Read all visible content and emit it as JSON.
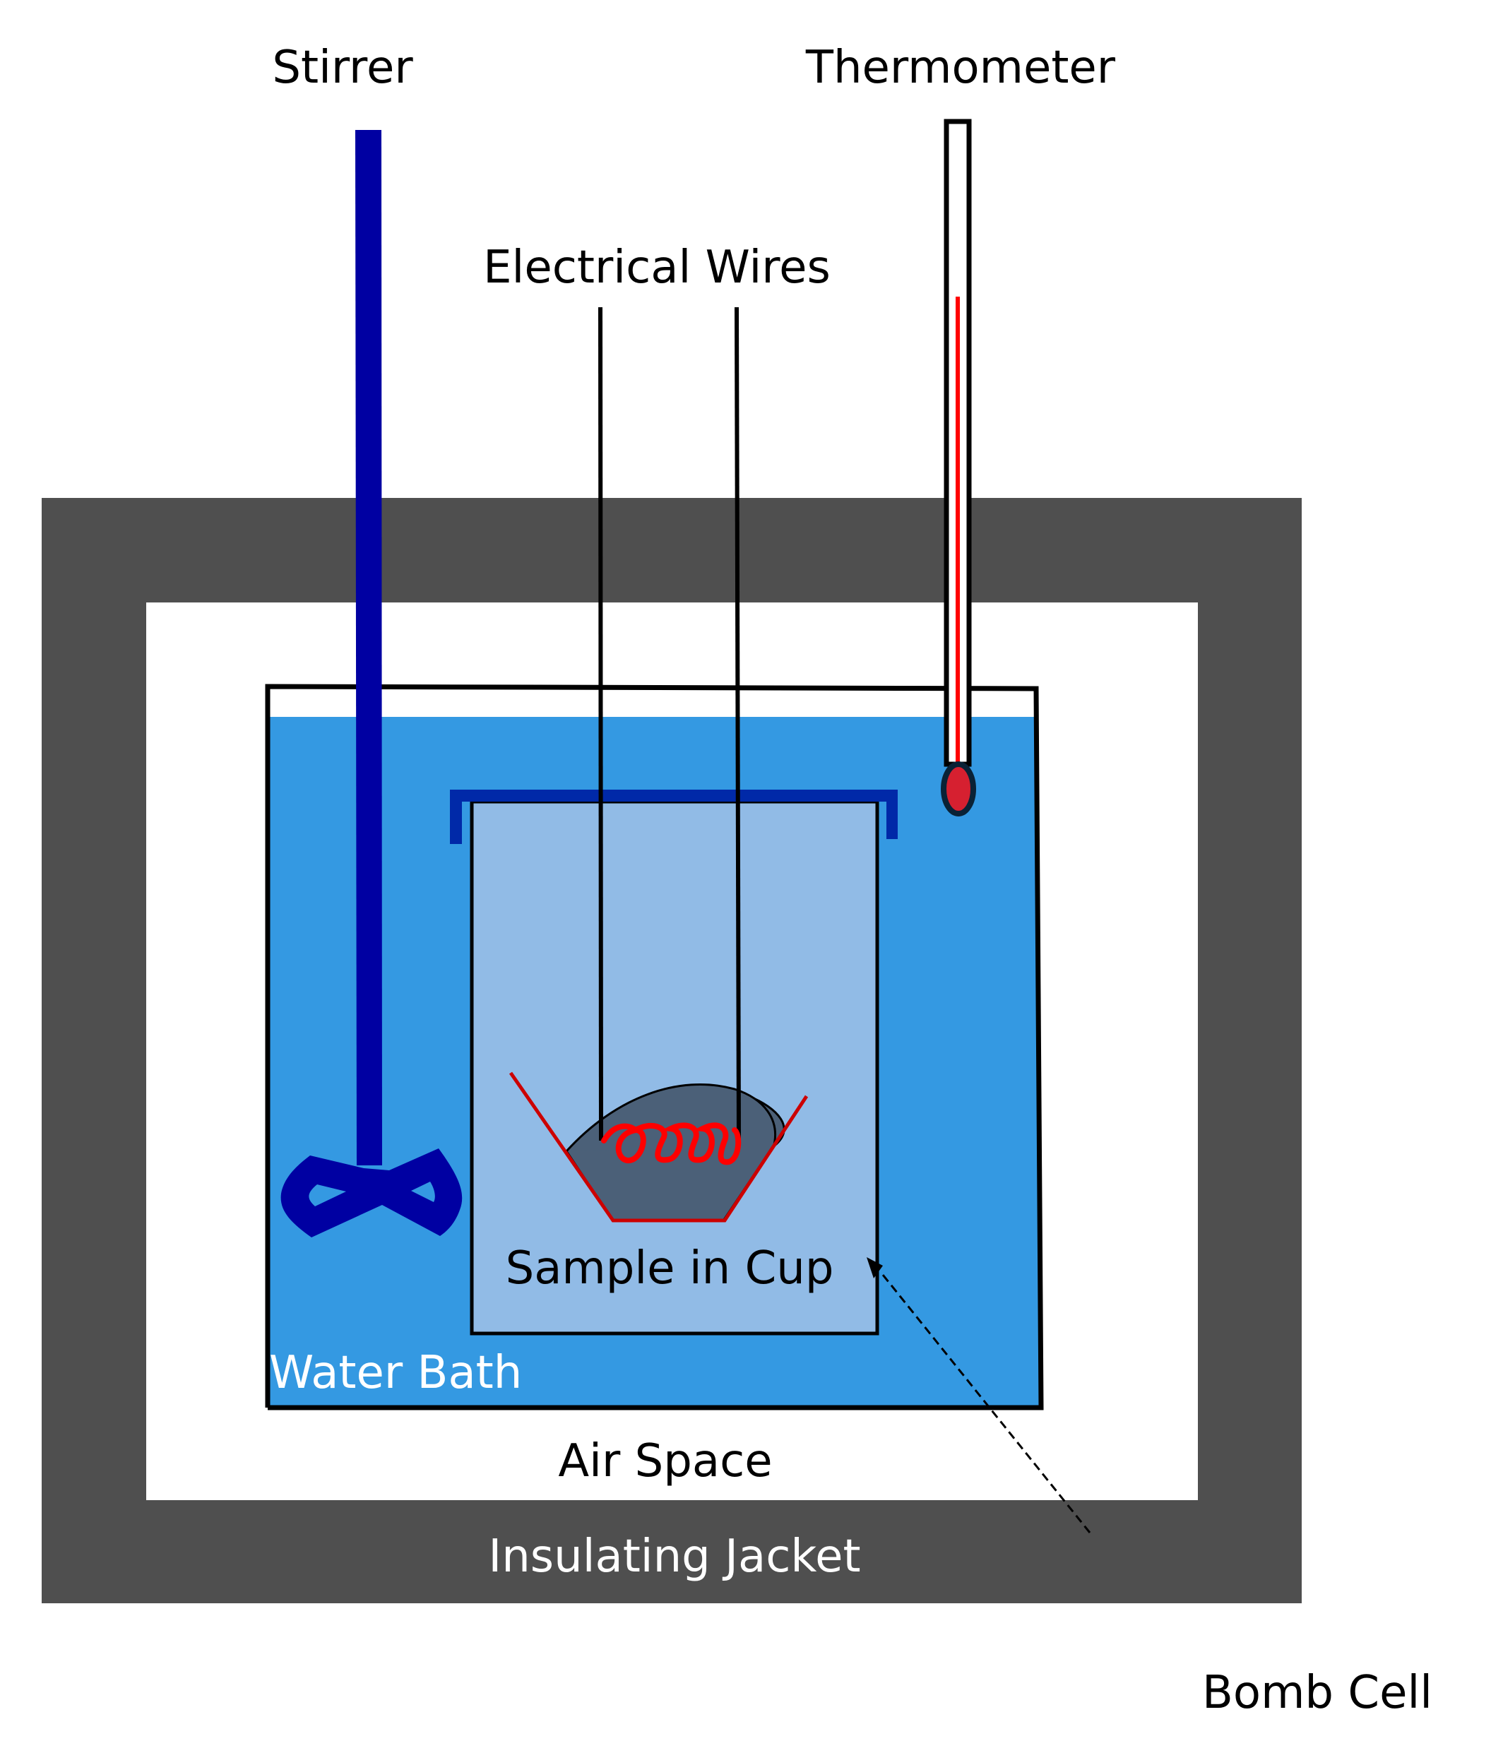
{
  "diagram": {
    "title": "Bomb Calorimeter",
    "labels": {
      "stirrer": "Stirrer",
      "thermometer": "Thermometer",
      "electrical_wires": "Electrical Wires",
      "sample_in_cup": "Sample in Cup",
      "water_bath": "Water Bath",
      "air_space": "Air Space",
      "insulating_jacket": "Insulating Jacket",
      "bomb_cell": "Bomb Cell"
    },
    "colors": {
      "jacket": "#4f4f4f",
      "air_space": "#ffffff",
      "water": "#3499e2",
      "bomb_cell": "#91bbe6",
      "bomb_lid": "#0029a8",
      "stirrer": "#0000a2",
      "sample": "#4b6078",
      "heating_coil": "#ff0000",
      "cup_outline": "#cc0000",
      "thermometer_liquid": "#ff0000",
      "thermometer_bulb": "#d62030",
      "outline": "#000000"
    }
  }
}
